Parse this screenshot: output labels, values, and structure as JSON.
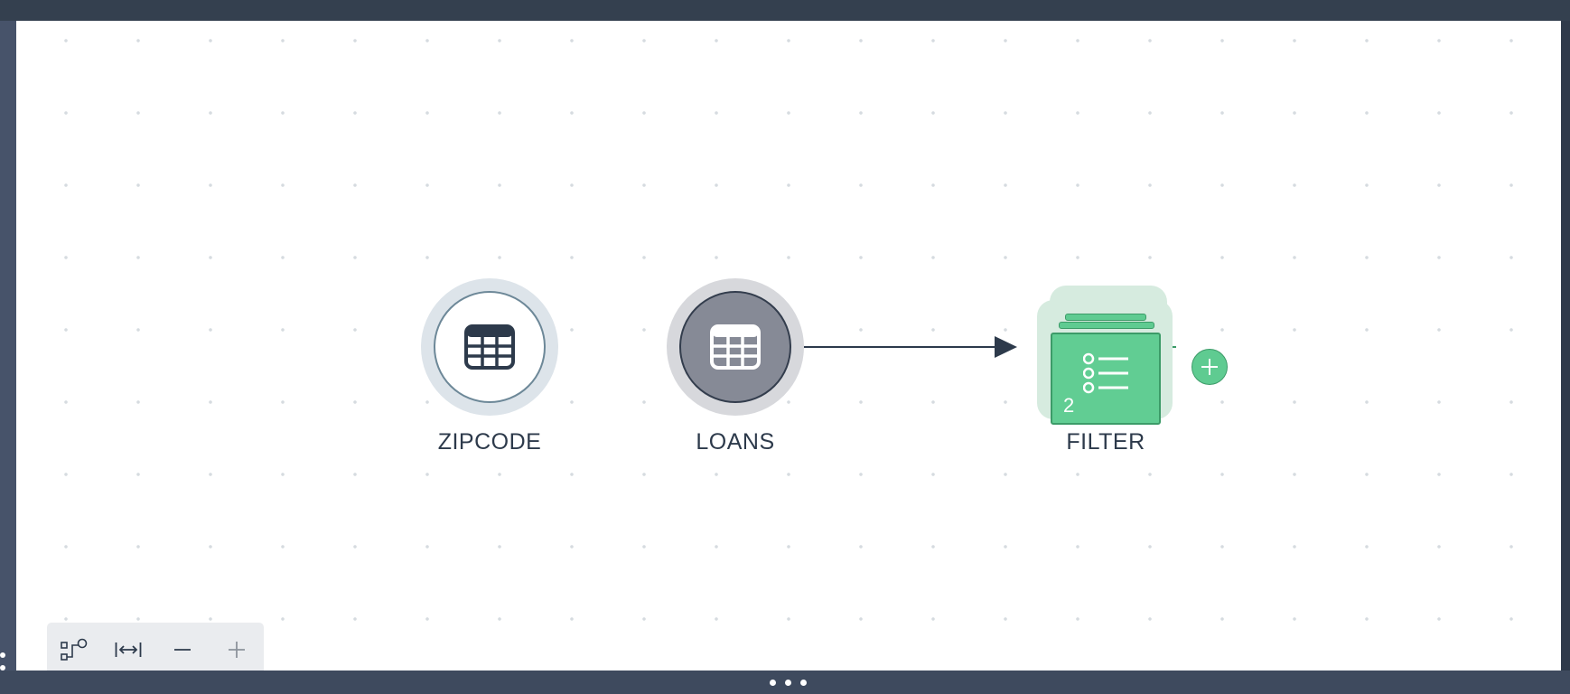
{
  "canvas": {
    "nodes": [
      {
        "id": "zipcode",
        "label": "ZIPCODE",
        "icon": "table-icon"
      },
      {
        "id": "loans",
        "label": "LOANS",
        "icon": "table-icon"
      },
      {
        "id": "filter",
        "label": "FILTER",
        "icon": "list-filter-icon",
        "count": "2"
      }
    ]
  },
  "toolbar": {
    "tools": [
      {
        "name": "auto-layout-icon"
      },
      {
        "name": "fit-to-screen-icon"
      },
      {
        "name": "zoom-out-icon"
      },
      {
        "name": "zoom-in-icon"
      }
    ]
  },
  "colors": {
    "filter_green": "#61cd93",
    "filter_border": "#3c9b68",
    "node_dark": "#2d3a4b",
    "loans_fill": "#868a96",
    "chrome": "#3a4558"
  }
}
